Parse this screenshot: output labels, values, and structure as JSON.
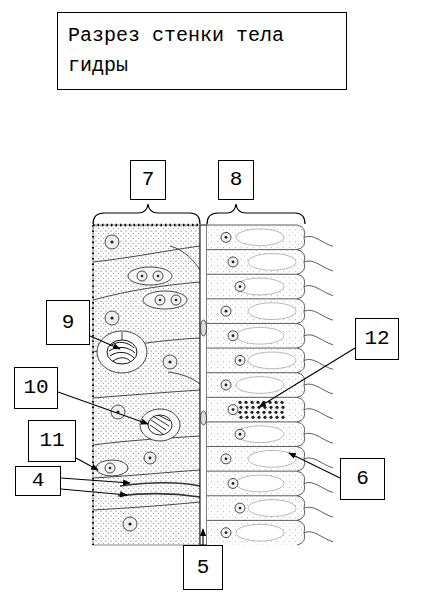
{
  "diagram": {
    "title": "Разрез стенки тела гидры",
    "nodes": [
      {
        "text": [
          "7"
        ]
      },
      {
        "text": [
          "8"
        ]
      },
      {
        "text": [
          "9"
        ]
      },
      {
        "text": [
          "12"
        ]
      },
      {
        "text": [
          "10"
        ]
      },
      {
        "text": [
          "11"
        ]
      },
      {
        "text": [
          "6"
        ]
      },
      {
        "text": [
          "4"
        ]
      },
      {
        "text": [
          "5"
        ]
      }
    ]
  }
}
